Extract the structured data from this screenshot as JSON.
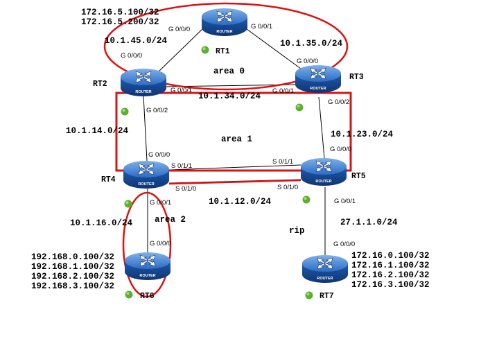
{
  "routers": [
    {
      "id": "rt1",
      "name": "RT1",
      "icon_label": "ROUTER"
    },
    {
      "id": "rt2",
      "name": "RT2",
      "icon_label": "ROUTER"
    },
    {
      "id": "rt3",
      "name": "RT3",
      "icon_label": "ROUTER"
    },
    {
      "id": "rt4",
      "name": "RT4",
      "icon_label": "ROUTER"
    },
    {
      "id": "rt5",
      "name": "RT5",
      "icon_label": "ROUTER"
    },
    {
      "id": "rt6",
      "name": "RT6",
      "icon_label": "ROUTER"
    },
    {
      "id": "rt7",
      "name": "RT7",
      "icon_label": "ROUTER"
    }
  ],
  "networks": {
    "rt1_rt2": "10.1.45.0/24",
    "rt1_rt3": "10.1.35.0/24",
    "rt2_rt3": "10.1.34.0/24",
    "rt2_rt4": "10.1.14.0/24",
    "rt3_rt5": "10.1.23.0/24",
    "rt4_rt5": "10.1.12.0/24",
    "rt4_rt6": "10.1.16.0/24",
    "rt5_rt7": "27.1.1.0/24"
  },
  "interfaces": {
    "rt1_left": "G 0/0/0",
    "rt1_right": "G 0/0/1",
    "rt2_top": "G 0/0/0",
    "rt2_right": "G 0/0/1",
    "rt2_bottom": "G 0/0/2",
    "rt3_top": "G 0/0/0",
    "rt3_left": "G 0/0/1",
    "rt3_bottom": "G 0/0/2",
    "rt4_top": "G 0/0/0",
    "rt4_s011": "S 0/1/1",
    "rt4_s010": "S 0/1/0",
    "rt4_bottom": "G 0/0/1",
    "rt5_top": "G 0/0/0",
    "rt5_s011": "S 0/1/1",
    "rt5_s010": "S 0/1/0",
    "rt5_bottom": "G 0/0/1",
    "rt6_top": "G 0/0/0",
    "rt7_top": "G 0/0/0"
  },
  "loopbacks": {
    "rt1": [
      "172.16.5.100/32",
      "172.16.5.200/32"
    ],
    "rt6": [
      "192.168.0.100/32",
      "192.168.1.100/32",
      "192.168.2.100/32",
      "192.168.3.100/32"
    ],
    "rt7": [
      "172.16.0.100/32",
      "172.16.1.100/32",
      "172.16.2.100/32",
      "172.16.3.100/32"
    ]
  },
  "areas": {
    "area0": "area 0",
    "area1": "area 1",
    "area2": "area 2",
    "rip": "rip"
  },
  "colors": {
    "highlight": "#dd1111",
    "router_body": "#1a4f9e",
    "status_dot": "#5cb030"
  }
}
